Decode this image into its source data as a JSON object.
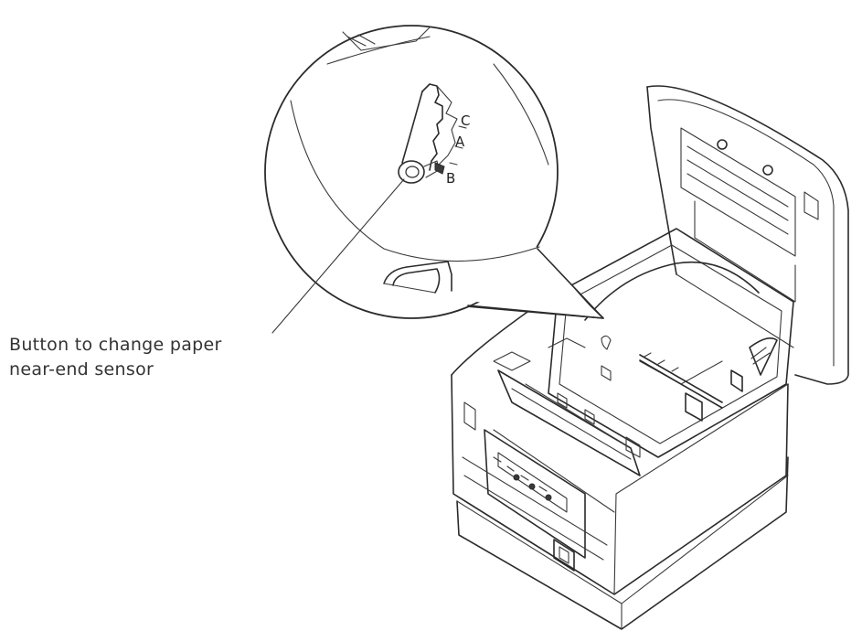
{
  "callout": {
    "line1": "Button to change paper",
    "line2": "near-end sensor"
  },
  "positions": {
    "c": "C",
    "a": "A",
    "b": "B"
  }
}
